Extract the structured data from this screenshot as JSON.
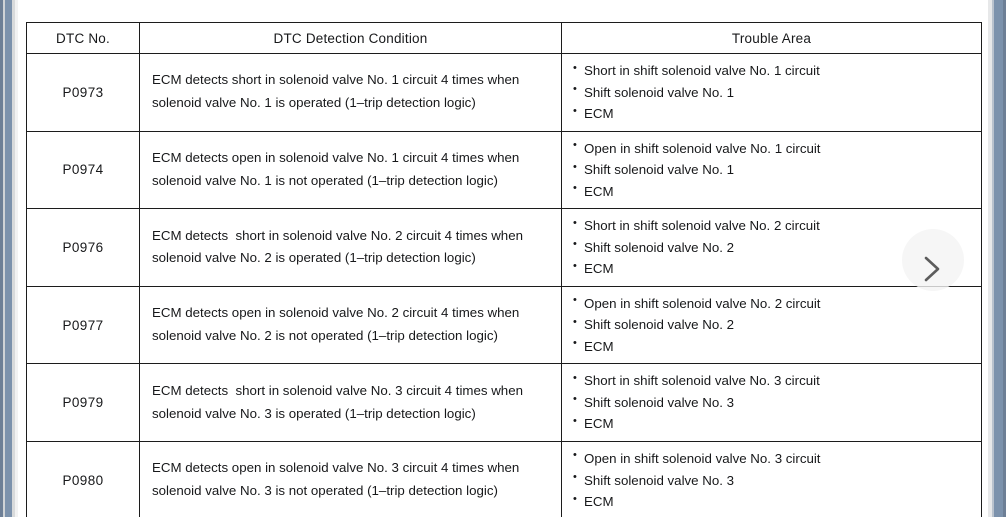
{
  "document": {
    "kind": "scanned-service-manual-page",
    "background_color": "#ffffff",
    "gutter_color": "#7c92ac"
  },
  "table": {
    "headers": {
      "dtc_no": "DTC No.",
      "detection_condition": "DTC Detection Condition",
      "trouble_area": "Trouble Area"
    },
    "rows": [
      {
        "dtc_no": "P0973",
        "condition_line1": "ECM detects short in solenoid valve No. 1 circuit 4 times when",
        "condition_line2": "solenoid valve No. 1 is operated (1–trip detection logic)",
        "trouble_area": [
          "Short in shift solenoid valve No. 1 circuit",
          "Shift solenoid valve No. 1",
          "ECM"
        ]
      },
      {
        "dtc_no": "P0974",
        "condition_line1": "ECM detects open in solenoid valve No. 1 circuit 4 times when",
        "condition_line2": "solenoid valve No. 1 is not operated (1–trip detection logic)",
        "trouble_area": [
          "Open in shift solenoid valve No. 1 circuit",
          "Shift solenoid valve No. 1",
          "ECM"
        ]
      },
      {
        "dtc_no": "P0976",
        "condition_line1": "ECM detects  short in solenoid valve No. 2 circuit 4 times when",
        "condition_line2": "solenoid valve No. 2 is operated (1–trip detection logic)",
        "trouble_area": [
          "Short in shift solenoid valve No. 2 circuit",
          "Shift solenoid valve No. 2",
          "ECM"
        ]
      },
      {
        "dtc_no": "P0977",
        "condition_line1": "ECM detects open in solenoid valve No. 2 circuit 4 times when",
        "condition_line2": "solenoid valve No. 2 is not operated (1–trip detection logic)",
        "trouble_area": [
          "Open in shift solenoid valve No. 2 circuit",
          "Shift solenoid valve No. 2",
          "ECM"
        ]
      },
      {
        "dtc_no": "P0979",
        "condition_line1": "ECM detects  short in solenoid valve No. 3 circuit 4 times when",
        "condition_line2": "solenoid valve No. 3 is operated (1–trip detection logic)",
        "trouble_area": [
          "Short in shift solenoid valve No. 3 circuit",
          "Shift solenoid valve No. 3",
          "ECM"
        ]
      },
      {
        "dtc_no": "P0980",
        "condition_line1": "ECM detects open in solenoid valve No. 3 circuit 4 times when",
        "condition_line2": "solenoid valve No. 3 is not operated (1–trip detection logic)",
        "trouble_area": [
          "Open in shift solenoid valve No. 3 circuit",
          "Shift solenoid valve No. 3",
          "ECM"
        ]
      }
    ]
  },
  "controls": {
    "next_icon": "chevron-right-icon",
    "next_label": ""
  }
}
